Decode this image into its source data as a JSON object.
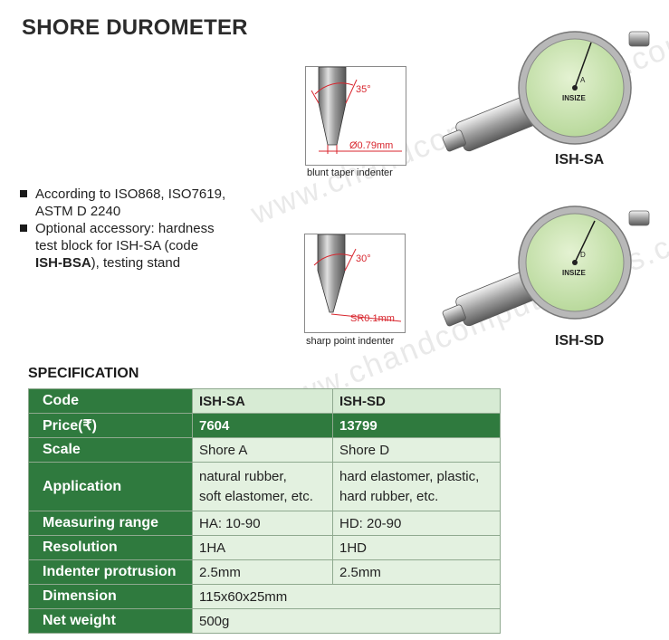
{
  "title": "SHORE DUROMETER",
  "watermark": "www.chandcomputerdeals.com",
  "bullets": [
    {
      "text": "According to ISO868, ISO7619, ASTM D 2240"
    },
    {
      "text_before": "Optional accessory: hardness test block for ISH-SA (code ",
      "bold": "ISH-BSA",
      "text_after": "), testing stand"
    }
  ],
  "diagrams": {
    "sa": {
      "angle": "35°",
      "dim": "Ø0.79mm",
      "caption": "blunt taper indenter"
    },
    "sd": {
      "angle": "30°",
      "dim": "SR0.1mm",
      "caption": "sharp point indenter"
    }
  },
  "products": {
    "sa": "ISH-SA",
    "sd": "ISH-SD"
  },
  "gauge": {
    "brand": "INSIZE",
    "scale_sa": "A",
    "scale_sd": "D"
  },
  "spec": {
    "heading": "SPECIFICATION",
    "rows": [
      {
        "key": "Code",
        "sa": "ISH-SA",
        "sd": "ISH-SD"
      },
      {
        "key": "Price(₹)",
        "sa": "7604",
        "sd": "13799"
      },
      {
        "key": "Scale",
        "sa": "Shore A",
        "sd": "Shore D"
      },
      {
        "key": "Application",
        "sa": [
          "natural rubber,",
          "soft elastomer, etc."
        ],
        "sd": [
          "hard elastomer, plastic,",
          "hard rubber, etc."
        ]
      },
      {
        "key": "Measuring range",
        "sa": "HA: 10-90",
        "sd": "HD: 20-90"
      },
      {
        "key": "Resolution",
        "sa": "1HA",
        "sd": "1HD"
      },
      {
        "key": "Indenter protrusion",
        "sa": "2.5mm",
        "sd": "2.5mm"
      },
      {
        "key": "Dimension",
        "value": "115x60x25mm"
      },
      {
        "key": "Net weight",
        "value": "500g"
      }
    ]
  },
  "colors": {
    "header_green": "#2f7a3e",
    "cell_green": "#e3f1e0",
    "dial": "#cfe6b8",
    "dimension_red": "#d8262e"
  }
}
